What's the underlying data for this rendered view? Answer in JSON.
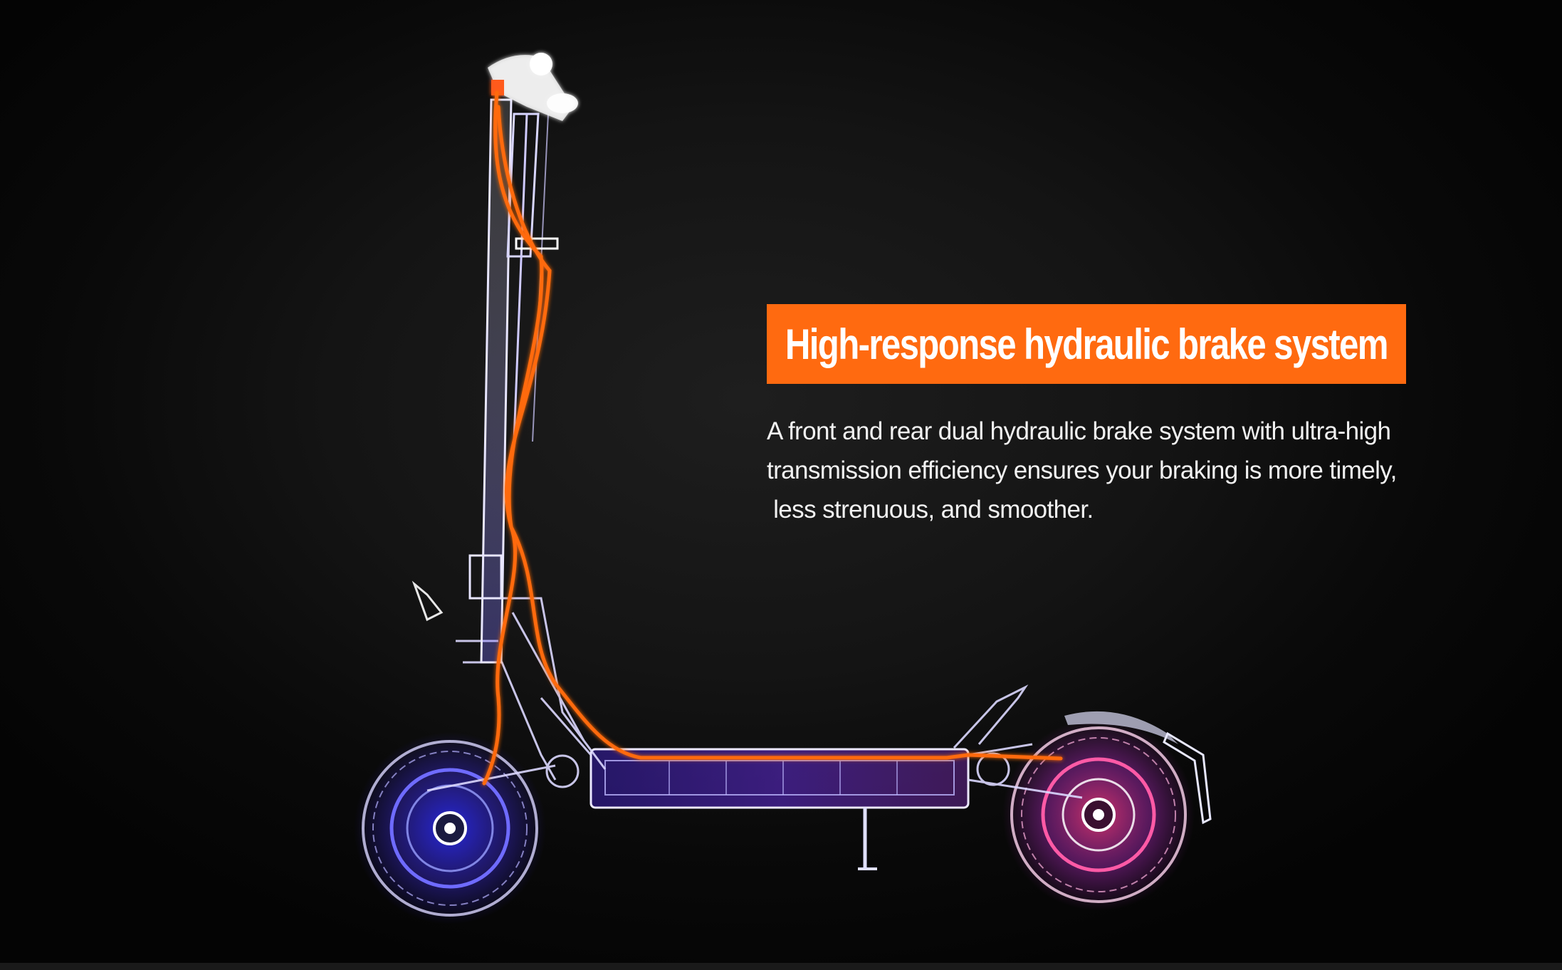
{
  "headline": {
    "text": "High-response hydraulic brake system",
    "background_color": "#ff6a10"
  },
  "description": {
    "lines": [
      "A front and rear dual hydraulic brake system with ultra-high",
      "transmission efficiency ensures your braking is more timely,",
      " less strenuous, and smoother."
    ]
  },
  "colors": {
    "background": "#0b0b0b",
    "brake_line": "#ff6a10",
    "frame_glow": "#8a7cff",
    "front_wheel_glow": "#3a3cff",
    "rear_wheel_glow": "#ff3a8a"
  }
}
